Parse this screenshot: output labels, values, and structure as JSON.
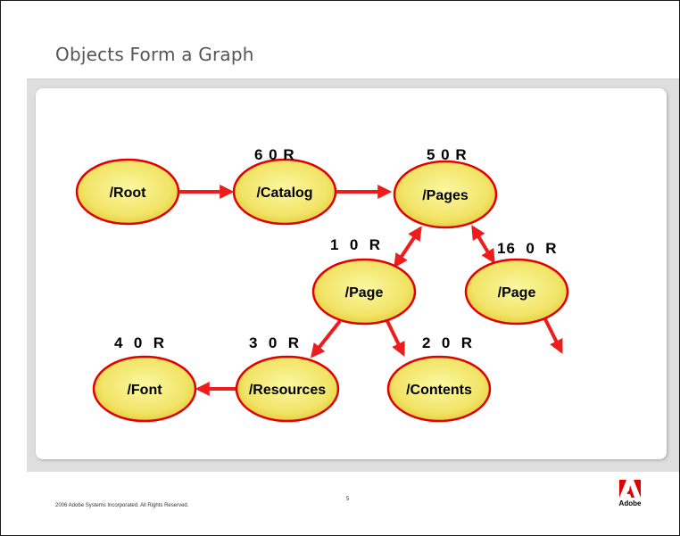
{
  "slide": {
    "title": "Objects Form a Graph",
    "copyright": "2006 Adobe Systems Incorporated.  All Rights Reserved.",
    "page_number": "5",
    "logo_text": "Adobe"
  },
  "colors": {
    "node_fill_center": "#f8f48a",
    "node_fill_edge": "#e6cc3a",
    "node_stroke": "#e00000",
    "arrow": "#ee1c1c",
    "panel_band": "#dedede",
    "logo": "#e00000"
  },
  "nodes": [
    {
      "id": "root",
      "label": "/Root",
      "ref": ""
    },
    {
      "id": "catalog",
      "label": "/Catalog",
      "ref": "6 0 R"
    },
    {
      "id": "pages",
      "label": "/Pages",
      "ref": "5 0 R"
    },
    {
      "id": "page1",
      "label": "/Page",
      "ref": "1  0  R"
    },
    {
      "id": "page2",
      "label": "/Page",
      "ref": "16  0  R"
    },
    {
      "id": "resources",
      "label": "/Resources",
      "ref": "3  0  R"
    },
    {
      "id": "contents",
      "label": "/Contents",
      "ref": "2  0  R"
    },
    {
      "id": "font",
      "label": "/Font",
      "ref": "4  0  R"
    }
  ],
  "edges": [
    {
      "from": "root",
      "to": "catalog",
      "bidirectional": false
    },
    {
      "from": "catalog",
      "to": "pages",
      "bidirectional": false
    },
    {
      "from": "pages",
      "to": "page1",
      "bidirectional": true
    },
    {
      "from": "pages",
      "to": "page2",
      "bidirectional": true
    },
    {
      "from": "page1",
      "to": "resources",
      "bidirectional": false
    },
    {
      "from": "page1",
      "to": "contents",
      "bidirectional": false
    },
    {
      "from": "resources",
      "to": "font",
      "bidirectional": false
    },
    {
      "from": "page2",
      "to": "",
      "bidirectional": false
    }
  ]
}
